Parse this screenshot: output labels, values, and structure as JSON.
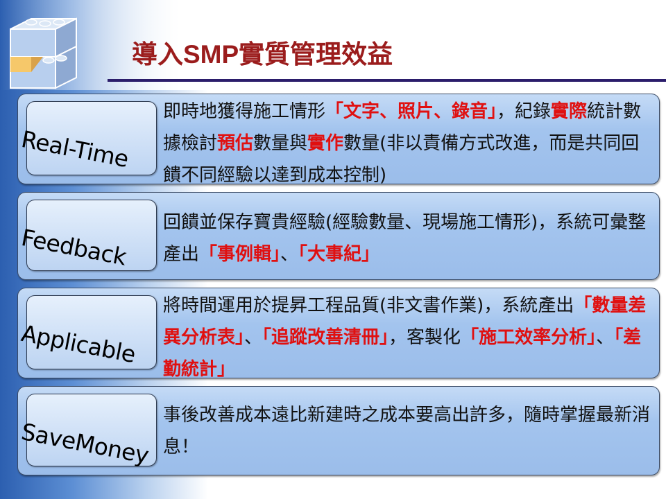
{
  "title": "導入SMP實質管理效益",
  "rows": [
    {
      "label": "Real-Time",
      "segments": [
        {
          "text": "即時地獲得施工情形",
          "red": false
        },
        {
          "text": "「文字、照片、錄音」",
          "red": true
        },
        {
          "text": "，紀錄",
          "red": false
        },
        {
          "text": "實際",
          "red": true
        },
        {
          "text": "統計數據檢討",
          "red": false
        },
        {
          "text": "預估",
          "red": true
        },
        {
          "text": "數量與",
          "red": false
        },
        {
          "text": "實作",
          "red": true
        },
        {
          "text": "數量(非以責備方式改進，而是共同回饋不同經驗以達到成本控制)",
          "red": false
        }
      ]
    },
    {
      "label": "Feedback",
      "segments": [
        {
          "text": "回饋並保存寶貴經驗(經驗數量、現場施工情形)，系統可彙整產出",
          "red": false
        },
        {
          "text": "「事例輯」",
          "red": true
        },
        {
          "text": "、",
          "red": false
        },
        {
          "text": "「大事紀」",
          "red": true
        }
      ]
    },
    {
      "label": "Applicable",
      "segments": [
        {
          "text": "將時間運用於提昇工程品質(非文書作業)，系統產出",
          "red": false
        },
        {
          "text": "「數量差異分析表」",
          "red": true
        },
        {
          "text": "、",
          "red": false
        },
        {
          "text": "「追蹤改善清冊」",
          "red": true
        },
        {
          "text": "，客製化",
          "red": false
        },
        {
          "text": "「施工效率分析」",
          "red": true
        },
        {
          "text": "、",
          "red": false
        },
        {
          "text": "「差勤統計」",
          "red": true
        }
      ]
    },
    {
      "label": "SaveMoney",
      "segments": [
        {
          "text": "事後改善成本遠比新建時之成本要高出許多，隨時掌握最新消息！",
          "red": false
        }
      ]
    }
  ]
}
